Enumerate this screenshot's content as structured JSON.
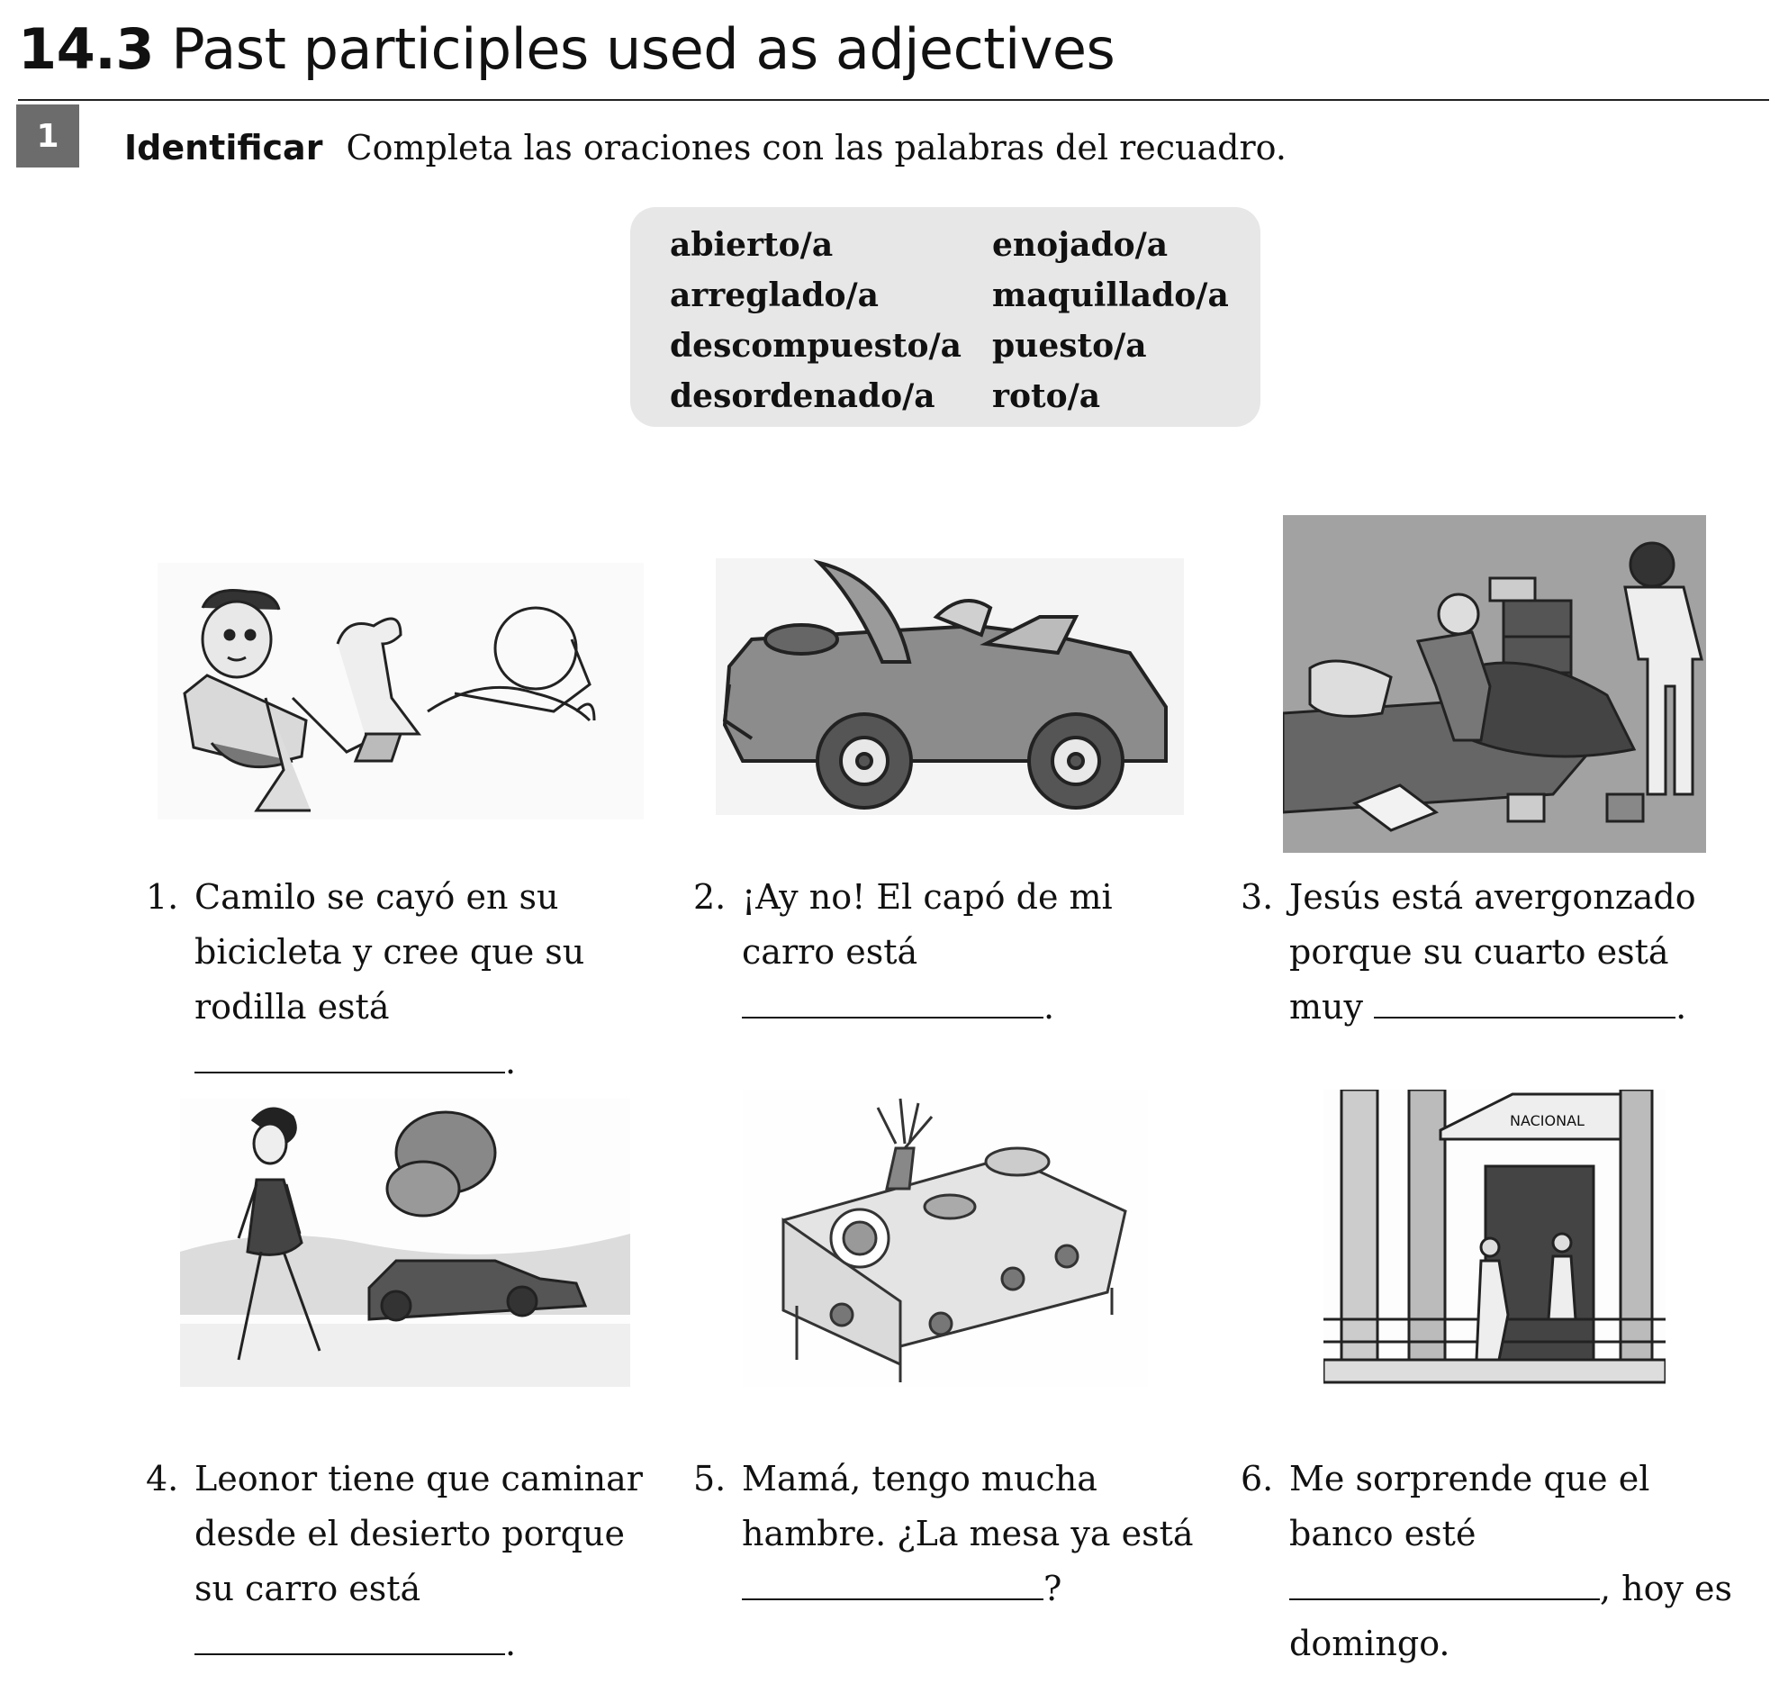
{
  "header": {
    "section_number": "14.3",
    "section_title": "Past participles used as adjectives"
  },
  "activity": {
    "number": "1",
    "label": "Identificar",
    "instruction": "Completa las oraciones con las palabras del recuadro."
  },
  "word_bank": {
    "left": [
      "abierto/a",
      "arreglado/a",
      "descompuesto/a",
      "desordenado/a"
    ],
    "right": [
      "enojado/a",
      "maquillado/a",
      "puesto/a",
      "roto/a"
    ]
  },
  "items": [
    {
      "number": "1.",
      "before": "Camilo se cayó en su bicicleta y cree que su rodilla está",
      "after": "."
    },
    {
      "number": "2.",
      "before": "¡Ay no! El capó de mi carro está",
      "after": "."
    },
    {
      "number": "3.",
      "before": "Jesús está avergonzado porque su cuarto está muy",
      "after": "."
    },
    {
      "number": "4.",
      "before": "Leonor tiene que caminar desde el desierto porque su carro está",
      "after": "."
    },
    {
      "number": "5.",
      "before": "Mamá, tengo mucha hambre. ¿La mesa ya está",
      "after": "?"
    },
    {
      "number": "6.",
      "before": "Me sorprende que el banco esté",
      "after": ", hoy es domingo."
    }
  ],
  "illustrations": {
    "bank_sign": "NACIONAL"
  }
}
